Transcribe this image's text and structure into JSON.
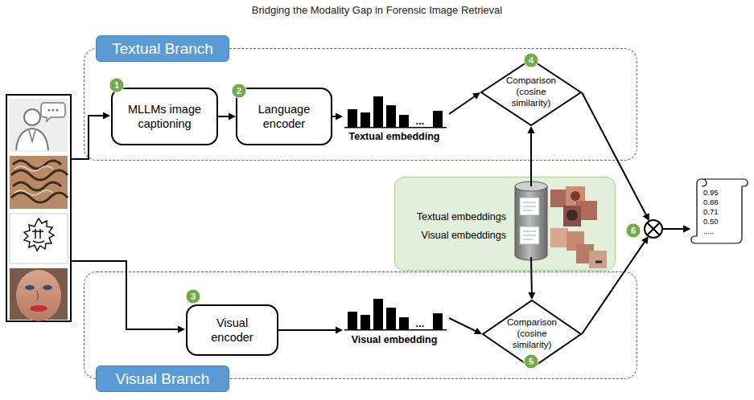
{
  "diagram": {
    "title": "Bridging the Modality Gap in Forensic Image Retrieval",
    "nodes": [
      {
        "text": [
          "Textual Branch"
        ]
      },
      {
        "text": [
          "MLLMs image captioning"
        ],
        "in": 0
      },
      {
        "text": [
          "Language encoder"
        ],
        "in": 0
      },
      {
        "text": [
          "Comparison (cosine similarity)"
        ],
        "in": 0
      },
      {
        "text": [
          "Visual Branch"
        ]
      },
      {
        "text": [
          "Visual encoder"
        ],
        "in": 4
      },
      {
        "text": [
          "Comparison (cosine similarity)"
        ],
        "in": 4
      },
      {
        "text": [
          "Textual embeddings",
          "Visual embeddings"
        ]
      },
      {
        "text": [
          "0.95 0.88 0.71 0.50 ....."
        ]
      }
    ],
    "edges": [
      {
        "from": 1,
        "to": 2,
        "arrow": "to"
      },
      {
        "from": 2,
        "to": 3,
        "arrow": "to"
      },
      {
        "from": 7,
        "to": 3,
        "arrow": "to"
      },
      {
        "from": 3,
        "to": 8,
        "arrow": "to"
      },
      {
        "from": 5,
        "to": 6,
        "arrow": "to"
      },
      {
        "from": 7,
        "to": 6,
        "arrow": "to"
      },
      {
        "from": 6,
        "to": 8,
        "arrow": "to"
      }
    ],
    "labels": [
      "1",
      "2",
      "Textual embedding",
      "...",
      "4",
      "3",
      "Visual embedding",
      "...",
      "5",
      "6"
    ]
  }
}
